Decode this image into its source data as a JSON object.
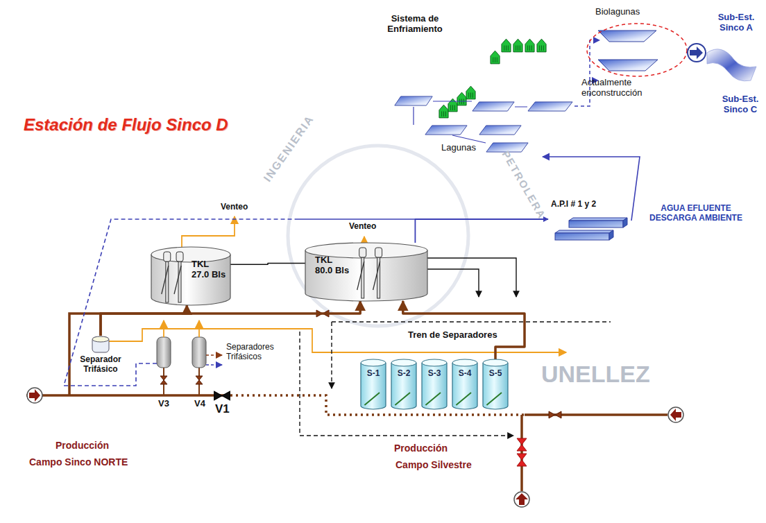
{
  "diagram": {
    "title": "Estación de Flujo Sinco D",
    "nodes": [
      {
        "text": [
          "Separador Trifásico"
        ]
      },
      {
        "text": [
          "TKL 27.0 Bls"
        ]
      },
      {
        "text": [
          "TKL 80.0 Bls"
        ]
      },
      {
        "text": [
          "S-1"
        ]
      },
      {
        "text": [
          "S-2"
        ]
      },
      {
        "text": [
          "S-3"
        ]
      },
      {
        "text": [
          "S-4"
        ]
      },
      {
        "text": [
          "S-5"
        ]
      },
      {
        "text": [
          "A.P.I # 1 y 2"
        ]
      }
    ],
    "edges": [
      {
        "from": 0,
        "to": 1,
        "arrow": "to"
      },
      {
        "from": 0,
        "to": 2,
        "arrow": "to"
      },
      {
        "from": 7,
        "to": 2,
        "arrow": "to"
      },
      {
        "from": 1,
        "to": 2,
        "arrow": "none"
      },
      {
        "from": 2,
        "to": 8,
        "arrow": "to"
      }
    ],
    "labels": [
      "Sistema de Enfriamiento",
      "Biolagunas",
      "Sub-Est. Sinco A",
      "Sub-Est. Sinco C",
      "Actualmente enconstrucción",
      "Lagunas",
      "Venteo",
      "Venteo",
      "AGUA EFLUENTE DESCARGA AMBIENTE",
      "Separadores Trifásicos",
      "Tren de Separadores",
      "V3",
      "V4",
      "V1",
      "Producción",
      "Campo Sinco NORTE",
      "Producción",
      "Campo Silvestre",
      "UNELLEZ",
      "INGENIERIA",
      "PETROLERA"
    ]
  }
}
